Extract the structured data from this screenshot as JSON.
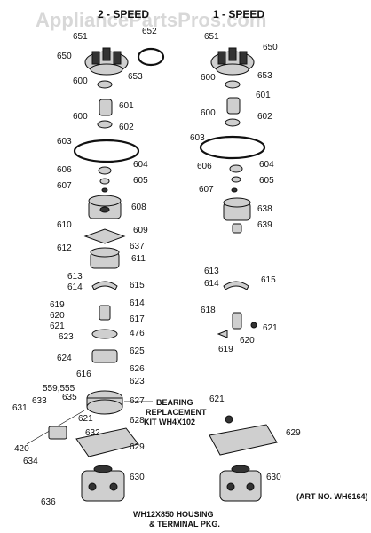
{
  "watermark": "AppliancePartsPros.com",
  "headers": {
    "left": "2 - SPEED",
    "right": "1 - SPEED"
  },
  "notes": {
    "bearing_line1": "BEARING",
    "bearing_line2": "REPLACEMENT",
    "bearing_line3": "KIT WH4X102",
    "housing_line1": "WH12X850 HOUSING",
    "housing_line2": "& TERMINAL PKG.",
    "art_no": "(ART NO. WH6164)"
  },
  "left_labels": [
    "651",
    "652",
    "650",
    "600",
    "653",
    "601",
    "600",
    "602",
    "603",
    "606",
    "604",
    "605",
    "607",
    "608",
    "610",
    "609",
    "637",
    "612",
    "611",
    "613",
    "614",
    "615",
    "619",
    "614",
    "620",
    "621",
    "617",
    "476",
    "623",
    "625",
    "624",
    "626",
    "616",
    "623",
    "559,555",
    "627",
    "635",
    "633",
    "621",
    "628",
    "631",
    "632",
    "629",
    "420",
    "634",
    "630",
    "636"
  ],
  "right_labels": [
    "651",
    "650",
    "600",
    "653",
    "601",
    "600",
    "602",
    "603",
    "606",
    "604",
    "605",
    "607",
    "638",
    "639",
    "613",
    "614",
    "615",
    "618",
    "621",
    "620",
    "619",
    "621",
    "629",
    "630"
  ]
}
